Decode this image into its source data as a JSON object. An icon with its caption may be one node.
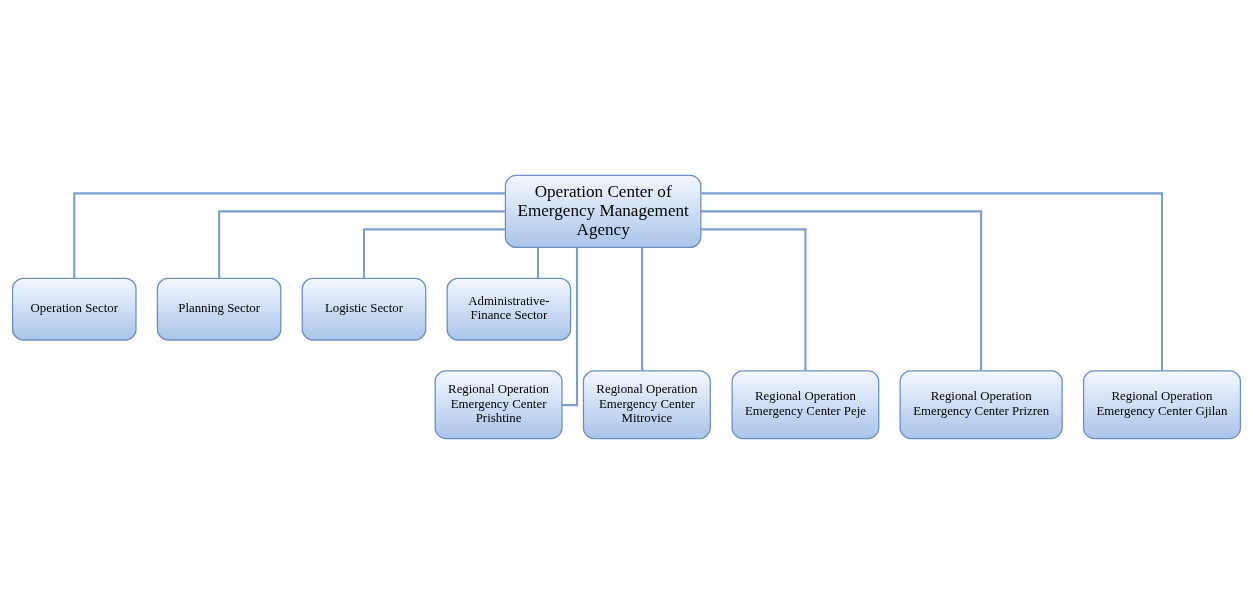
{
  "diagram": {
    "nodes": [
      {
        "text": [
          "Operation Center of Emergency Management Agency"
        ]
      },
      {
        "text": [
          "Operation Sector"
        ]
      },
      {
        "text": [
          "Planning Sector"
        ]
      },
      {
        "text": [
          "Logistic Sector"
        ]
      },
      {
        "text": [
          "Administrative-Finance Sector"
        ]
      },
      {
        "text": [
          "Regional Operation Emergency Center Prishtine"
        ]
      },
      {
        "text": [
          "Regional Operation Emergency Center Mitrovice"
        ]
      },
      {
        "text": [
          "Regional Operation Emergency Center Peje"
        ]
      },
      {
        "text": [
          "Regional Operation Emergency Center Prizren"
        ]
      },
      {
        "text": [
          "Regional Operation Emergency Center Gjilan"
        ]
      }
    ],
    "edges": [
      {
        "from": 0,
        "to": 1,
        "arrow": "none"
      },
      {
        "from": 0,
        "to": 2,
        "arrow": "none"
      },
      {
        "from": 0,
        "to": 3,
        "arrow": "none"
      },
      {
        "from": 0,
        "to": 4,
        "arrow": "none"
      },
      {
        "from": 0,
        "to": 5,
        "arrow": "none"
      },
      {
        "from": 0,
        "to": 6,
        "arrow": "none"
      },
      {
        "from": 0,
        "to": 7,
        "arrow": "none"
      },
      {
        "from": 0,
        "to": 8,
        "arrow": "none"
      },
      {
        "from": 0,
        "to": 9,
        "arrow": "none"
      }
    ]
  }
}
